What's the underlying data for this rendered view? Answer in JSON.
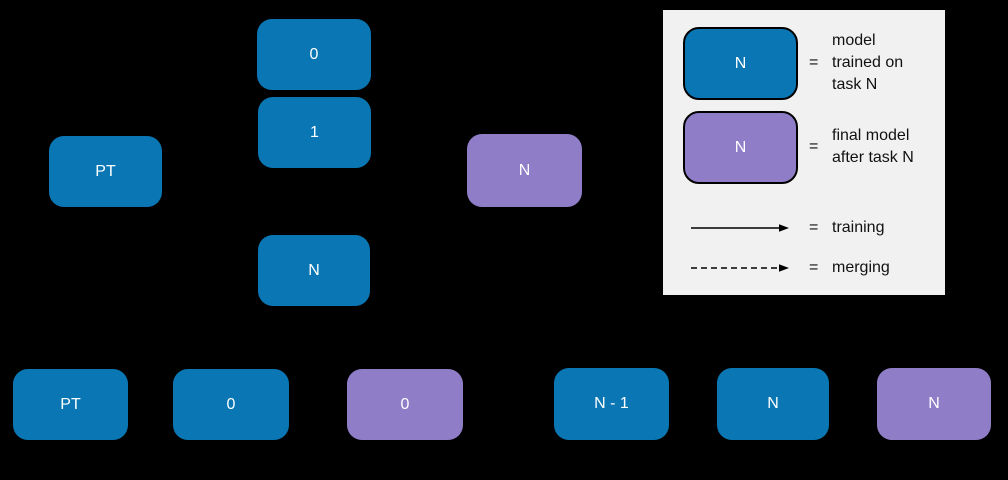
{
  "colors": {
    "background": "#000000",
    "blue": "#0a76b4",
    "purple": "#8f7dc7",
    "legend_background": "#f1f1f1",
    "legend_border": "#000000",
    "node_text": "#ffffff",
    "legend_text": "#111111"
  },
  "nodes": {
    "top_pt": "PT",
    "top_task0": "0",
    "top_task1": "1",
    "top_taskN": "N",
    "mid_mergedN": "N",
    "bottom_pt": "PT",
    "bottom_task0": "0",
    "bottom_merged0": "0",
    "bottom_taskN1": "N - 1",
    "bottom_taskN": "N",
    "bottom_mergedN": "N"
  },
  "legend": {
    "blue_sample_label": "N",
    "blue_equals": "=",
    "blue_desc_lines": [
      "model",
      "trained on",
      "task N"
    ],
    "purple_sample_label": "N",
    "purple_equals": "=",
    "purple_desc_lines": [
      "final model",
      "after task N"
    ],
    "training_equals": "=",
    "training_label": "training",
    "merging_equals": "=",
    "merging_label": "merging"
  }
}
